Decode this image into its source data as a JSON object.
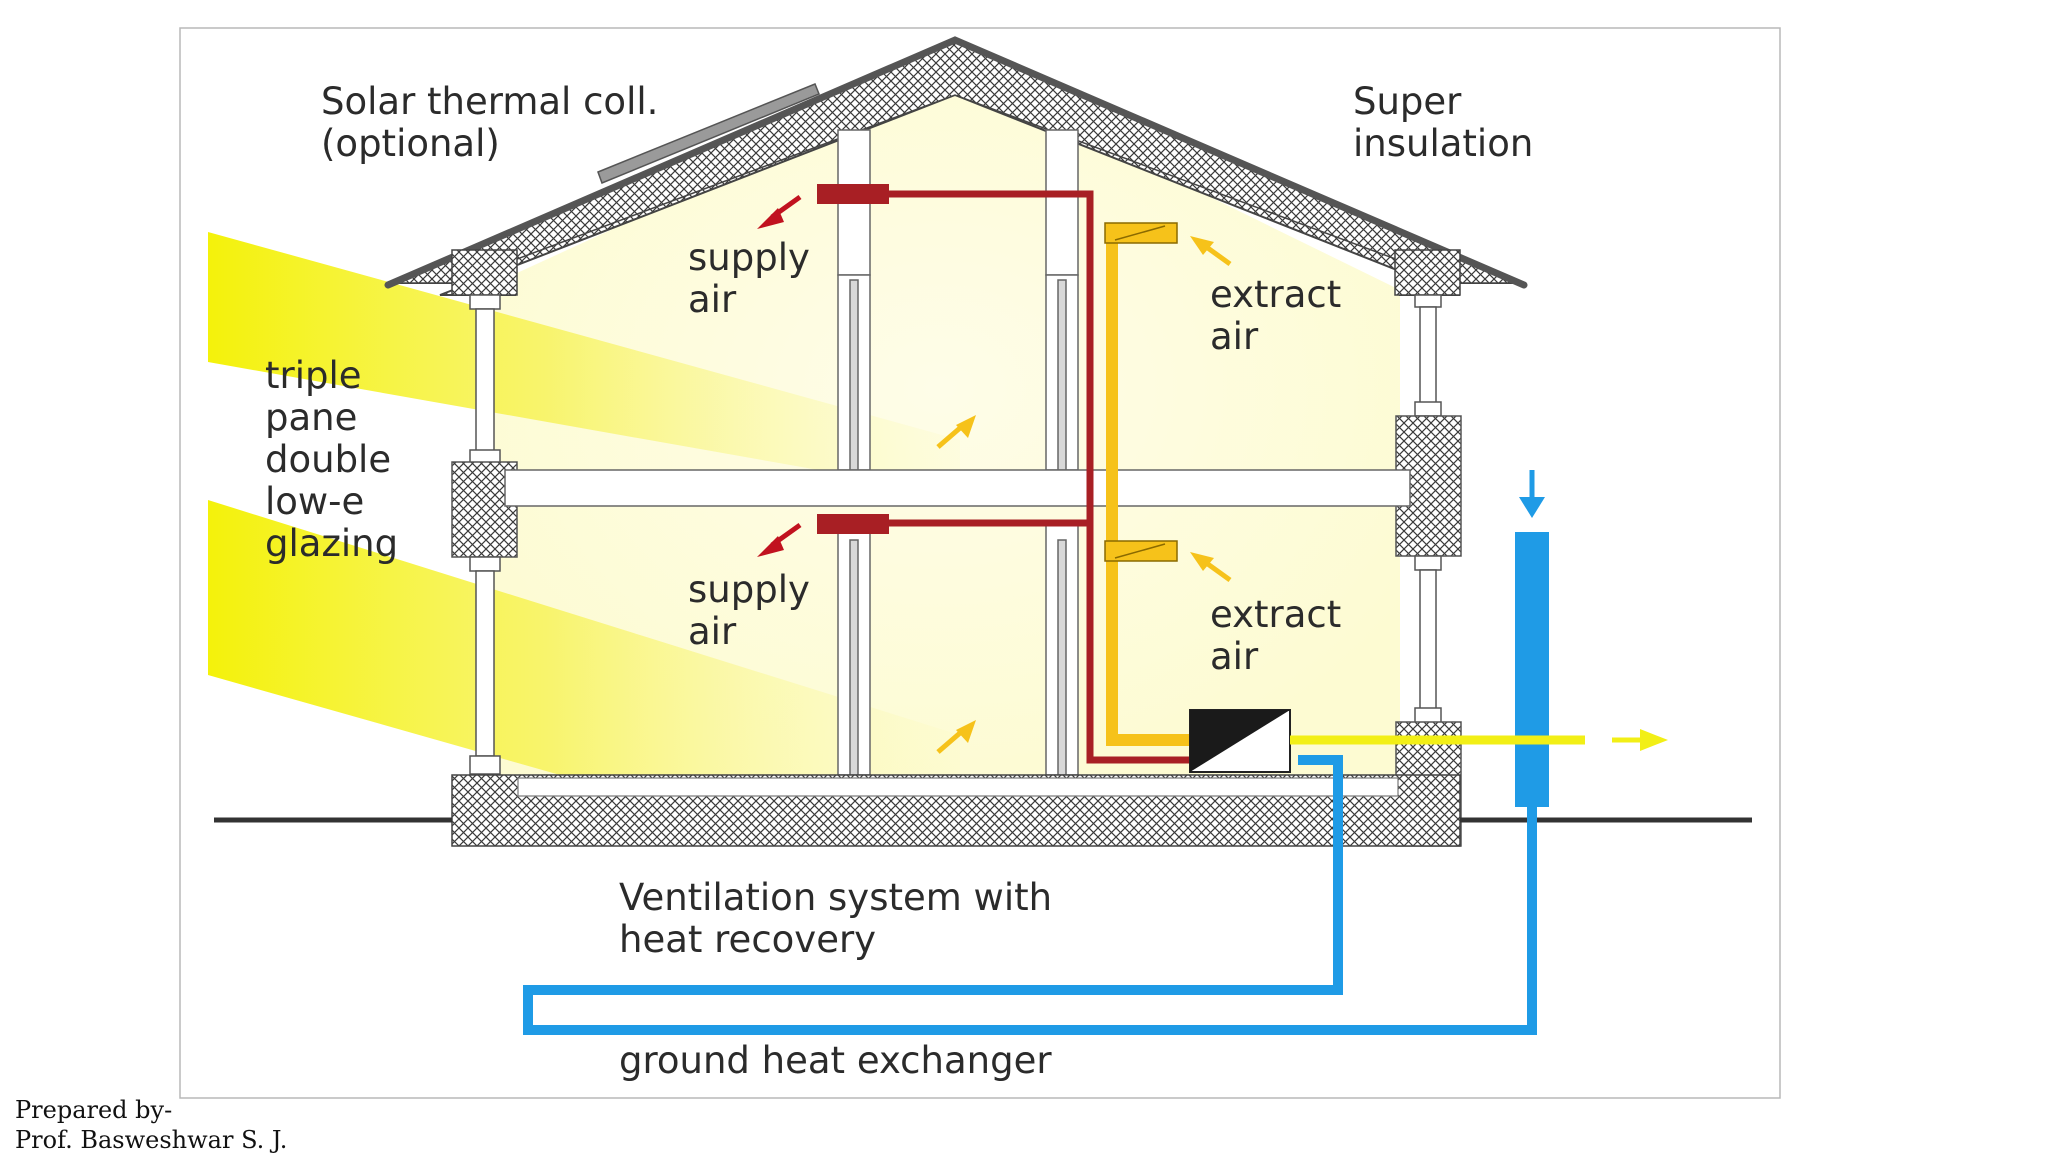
{
  "labels": {
    "solar_line1": "Solar thermal coll.",
    "solar_line2": "(optional)",
    "super_line1": "Super",
    "super_line2": "insulation",
    "glazing_lines": [
      "triple",
      "pane",
      "double",
      "low-e",
      "glazing"
    ],
    "supply_air_upper_1": "supply",
    "supply_air_upper_2": "air",
    "supply_air_lower_1": "supply",
    "supply_air_lower_2": "air",
    "extract_air_upper_1": "extract",
    "extract_air_upper_2": "air",
    "extract_air_lower_1": "extract",
    "extract_air_lower_2": "air",
    "ventilation_line1": "Ventilation system with",
    "ventilation_line2": "heat recovery",
    "ground_hx": "ground heat exchanger"
  },
  "credit": {
    "line1": "Prepared by-",
    "line2": "Prof. Basweshwar S. J."
  },
  "colors": {
    "supply_duct": "#a81f24",
    "extract_duct": "#f6c21a",
    "exhaust": "#f2ef16",
    "ground_pipe": "#1f9be6",
    "sunlight": "#f4f20a",
    "roof_line": "#555555"
  }
}
